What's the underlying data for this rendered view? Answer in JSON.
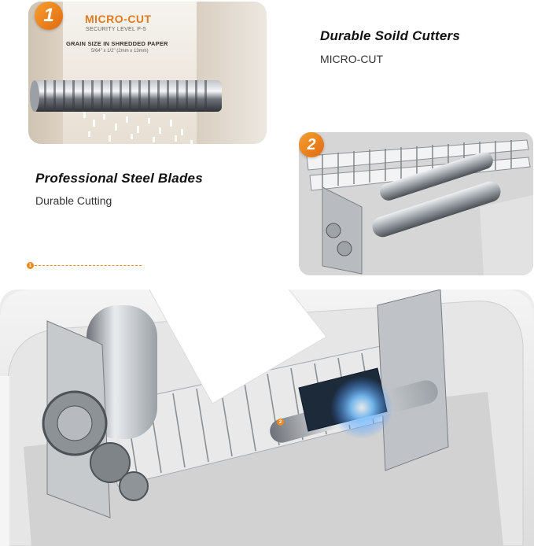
{
  "inset1": {
    "badge": "1",
    "card_title": "MICRO-CUT",
    "card_subtitle": "SECURITY LEVEL P-5",
    "card_grain_label": "GRAIN SIZE IN SHREDDED PAPER",
    "card_grain_size": "5/64\" x 1/2\" (2mm x 13mm)"
  },
  "feature1": {
    "title": "Durable Soild Cutters",
    "subtitle": "MICRO-CUT"
  },
  "feature2": {
    "title": "Professional Steel Blades",
    "subtitle": "Durable Cutting"
  },
  "inset2": {
    "badge": "2"
  },
  "callouts": {
    "one": "1",
    "two": "2"
  },
  "colors": {
    "accent": "#f08a1e",
    "heading": "#111111",
    "body_text": "#333333"
  }
}
